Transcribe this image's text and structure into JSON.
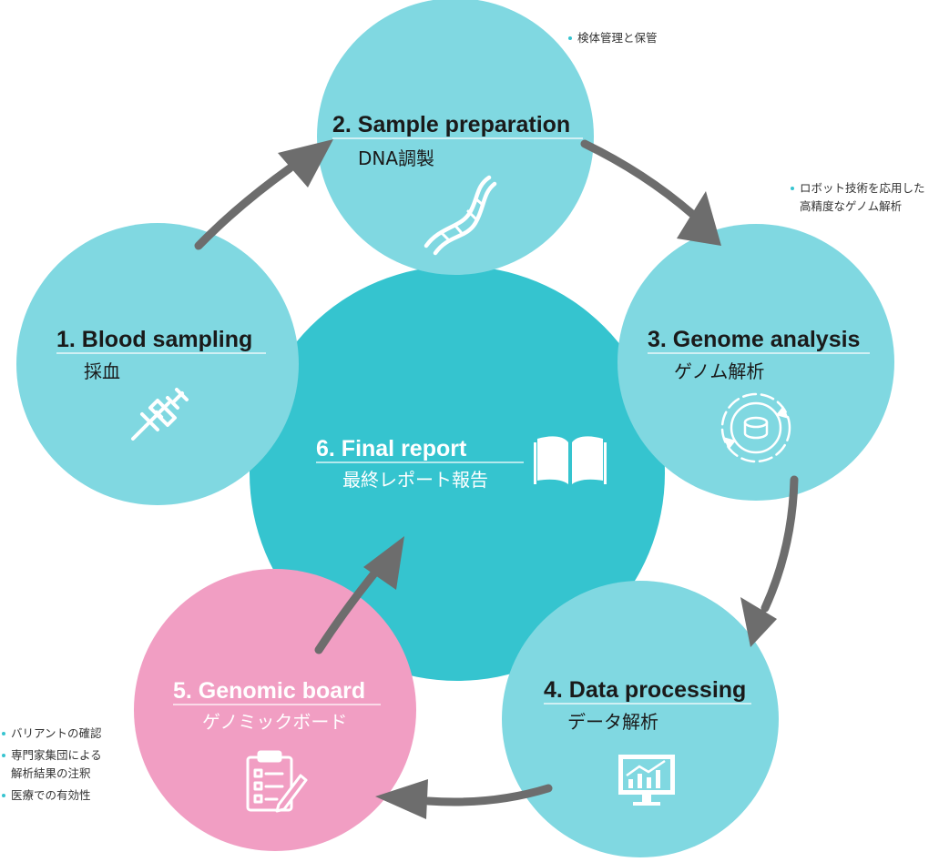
{
  "colors": {
    "teal_light": "#80d8e1",
    "teal_center": "#35c4cf",
    "pink": "#f19ec3",
    "arrow": "#6d6d6d",
    "bullet": "#37c4d0"
  },
  "steps": [
    {
      "title": "1. Blood sampling",
      "subtitle": "採血",
      "icon": "syringe-icon"
    },
    {
      "title": "2. Sample preparation",
      "subtitle": "DNA調製",
      "icon": "dna-icon"
    },
    {
      "title": "3. Genome analysis",
      "subtitle": "ゲノム解析",
      "icon": "sequencer-cycle-icon"
    },
    {
      "title": "4. Data processing",
      "subtitle": "データ解析",
      "icon": "monitor-chart-icon"
    },
    {
      "title": "5. Genomic board",
      "subtitle": "ゲノミックボード",
      "icon": "clipboard-checklist-icon"
    },
    {
      "title": "6. Final report",
      "subtitle": "最終レポート報告",
      "icon": "open-book-icon"
    }
  ],
  "notes": {
    "sample": [
      "検体管理と保管"
    ],
    "genome": [
      "ロボット技術を応用した",
      "高精度なゲノム解析"
    ],
    "board": [
      "バリアントの確認",
      "専門家集団による",
      "解析結果の注釈",
      "医療での有効性"
    ]
  }
}
